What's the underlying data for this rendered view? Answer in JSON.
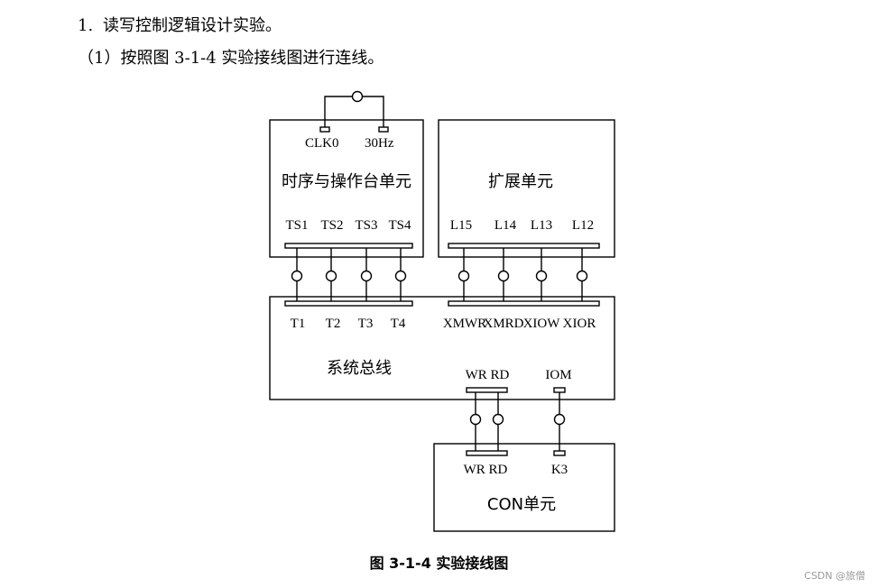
{
  "heading": {
    "number": "1.",
    "text": "读写控制逻辑设计实验。"
  },
  "instruction": "（1）按照图 3-1-4 实验接线图进行连线。",
  "diagram": {
    "timing_unit": {
      "title": "时序与操作台单元",
      "clk_labels": [
        "CLK0",
        "30Hz"
      ],
      "ts_labels": [
        "TS1",
        "TS2",
        "TS3",
        "TS4"
      ]
    },
    "expansion_unit": {
      "title": "扩展单元",
      "l_labels": [
        "L15",
        "L14",
        "L13",
        "L12"
      ]
    },
    "system_bus": {
      "title": "系统总线",
      "t_labels": [
        "T1",
        "T2",
        "T3",
        "T4"
      ],
      "x_labels": [
        "XMWR",
        "XMRD",
        "XIOW",
        "XIOR"
      ],
      "wrrd_label": "WR RD",
      "iom_label": "IOM"
    },
    "con_unit": {
      "title": "CON单元",
      "wrrd_label": "WR RD",
      "k3_label": "K3"
    }
  },
  "caption": "图 3-1-4 实验接线图",
  "watermark": "CSDN @旅僧"
}
